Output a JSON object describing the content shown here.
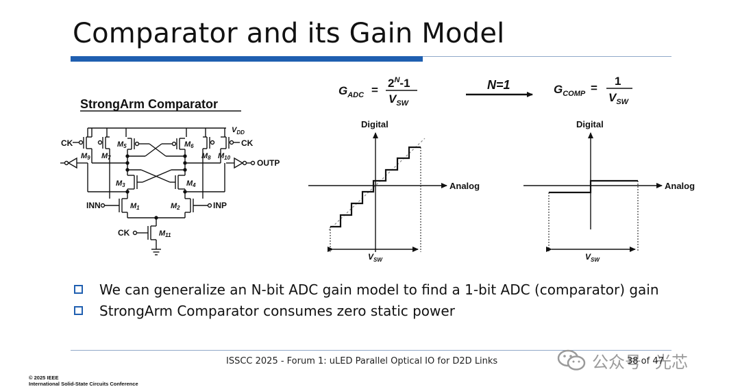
{
  "slide": {
    "title": "Comparator and its Gain Model",
    "colors": {
      "accent": "#1f5fb0",
      "rule": "#8fa8c8"
    }
  },
  "circuit": {
    "title": "StrongArm Comparator",
    "vdd_label": "V",
    "vdd_sub": "DD",
    "ck_left": "CK",
    "ck_right": "CK",
    "ck_bottom": "CK",
    "outp": "OUTP",
    "inn": "INN",
    "inp": "INP",
    "m_prefix": "M",
    "transistors": [
      "1",
      "2",
      "3",
      "4",
      "5",
      "6",
      "7",
      "8",
      "9",
      "10",
      "11"
    ]
  },
  "equations": {
    "g_adc": "G",
    "g_adc_sub": "ADC",
    "equals": "=",
    "numerator_base": "2",
    "numerator_exp": "N",
    "numerator_tail": "-1",
    "vsw": "V",
    "vsw_sub": "SW",
    "arrow_label": "N=1",
    "g_comp": "G",
    "g_comp_sub": "COMP",
    "one": "1"
  },
  "plots": {
    "y_label": "Digital",
    "x_label": "Analog",
    "span_label": "V",
    "span_sub": "SW"
  },
  "bullets": [
    "We can generalize an N-bit ADC gain model to find a 1-bit ADC (comparator) gain",
    "StrongArm Comparator consumes zero static power"
  ],
  "footer": {
    "text": "ISSCC 2025 - Forum 1: uLED Parallel Optical IO for D2D Links",
    "page": "38 of 47",
    "copyright_line1": "© 2025 IEEE",
    "copyright_line2": "International Solid-State Circuits Conference"
  },
  "watermark": {
    "text": "公众号",
    "name": "光芯",
    "icon": "wechat-icon"
  }
}
